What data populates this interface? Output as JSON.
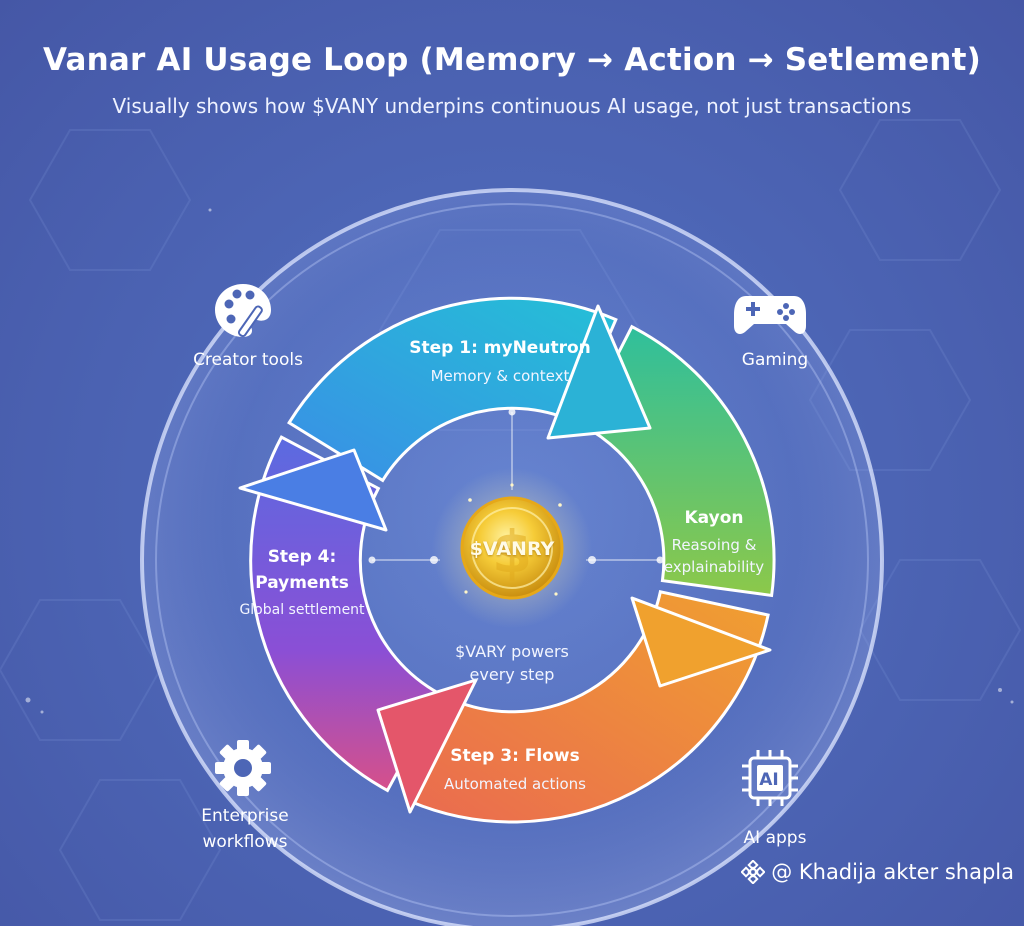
{
  "header": {
    "title": "Vanar AI Usage Loop (Memory → Action → Setlement)",
    "subtitle": "Visually shows how $VANY underpins continuous AI usage, not just transactions"
  },
  "loop": {
    "step1": {
      "title": "Step 1: myNeutron",
      "desc": "Memory & context"
    },
    "step2": {
      "title": "Kayon",
      "desc_line1": "Reasoing &",
      "desc_line2": "explainability"
    },
    "step3": {
      "title": "Step 3: Flows",
      "desc": "Automated actions"
    },
    "step4": {
      "title_line1": "Step 4:",
      "title_line2": "Payments",
      "desc": "Global settlement"
    }
  },
  "center": {
    "coin_label": "$VANRY",
    "caption_line1": "$VARY powers",
    "caption_line2": "every step"
  },
  "use_cases": {
    "creator": {
      "label": "Creator tools",
      "icon": "palette-icon"
    },
    "gaming": {
      "label": "Gaming",
      "icon": "gamepad-icon"
    },
    "enterprise": {
      "label_line1": "Enterprise",
      "label_line2": "workflows",
      "icon": "gear-icon"
    },
    "ai_apps": {
      "label": "AI apps",
      "icon": "ai-chip-icon"
    }
  },
  "credit": {
    "text": "@ Khadija akter shapla",
    "icon": "binance-icon"
  },
  "colors": {
    "background": "#4d66b6",
    "ring_blue": "#2aa6e8",
    "ring_green": "#7cc24e",
    "ring_orange": "#f0962e",
    "ring_pink": "#e2527a",
    "ring_purple": "#7a52d8",
    "coin": "#f2c22e"
  }
}
